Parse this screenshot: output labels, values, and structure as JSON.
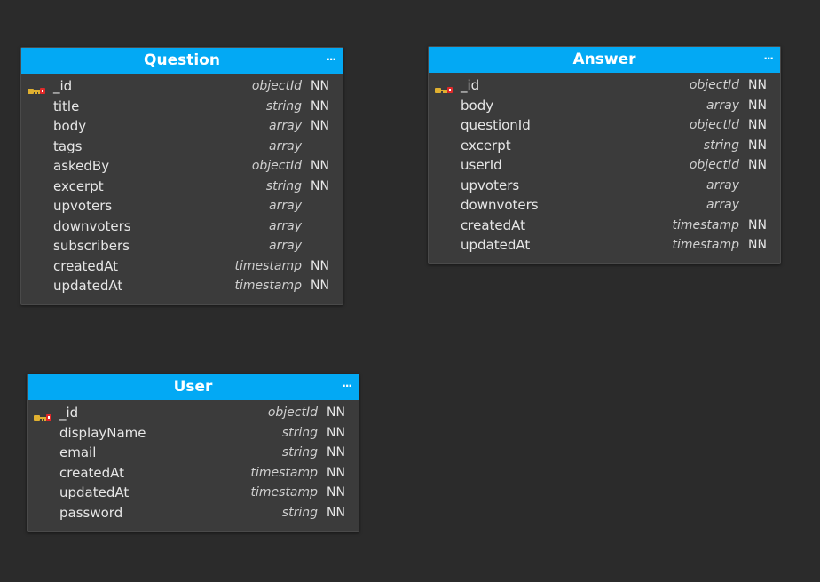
{
  "tables": {
    "question": {
      "title": "Question",
      "menu": "···",
      "fields": [
        {
          "name": "_id",
          "type": "objectId",
          "nn": "NN",
          "pk": true
        },
        {
          "name": "title",
          "type": "string",
          "nn": "NN"
        },
        {
          "name": "body",
          "type": "array",
          "nn": "NN"
        },
        {
          "name": "tags",
          "type": "array",
          "nn": ""
        },
        {
          "name": "askedBy",
          "type": "objectId",
          "nn": "NN"
        },
        {
          "name": "excerpt",
          "type": "string",
          "nn": "NN"
        },
        {
          "name": "upvoters",
          "type": "array",
          "nn": ""
        },
        {
          "name": "downvoters",
          "type": "array",
          "nn": ""
        },
        {
          "name": "subscribers",
          "type": "array",
          "nn": ""
        },
        {
          "name": "createdAt",
          "type": "timestamp",
          "nn": "NN"
        },
        {
          "name": "updatedAt",
          "type": "timestamp",
          "nn": "NN"
        }
      ]
    },
    "answer": {
      "title": "Answer",
      "menu": "···",
      "fields": [
        {
          "name": "_id",
          "type": "objectId",
          "nn": "NN",
          "pk": true
        },
        {
          "name": "body",
          "type": "array",
          "nn": "NN"
        },
        {
          "name": "questionId",
          "type": "objectId",
          "nn": "NN"
        },
        {
          "name": "excerpt",
          "type": "string",
          "nn": "NN"
        },
        {
          "name": "userId",
          "type": "objectId",
          "nn": "NN"
        },
        {
          "name": "upvoters",
          "type": "array",
          "nn": ""
        },
        {
          "name": "downvoters",
          "type": "array",
          "nn": ""
        },
        {
          "name": "createdAt",
          "type": "timestamp",
          "nn": "NN"
        },
        {
          "name": "updatedAt",
          "type": "timestamp",
          "nn": "NN"
        }
      ]
    },
    "user": {
      "title": "User",
      "menu": "···",
      "fields": [
        {
          "name": "_id",
          "type": "objectId",
          "nn": "NN",
          "pk": true
        },
        {
          "name": "displayName",
          "type": "string",
          "nn": "NN"
        },
        {
          "name": "email",
          "type": "string",
          "nn": "NN"
        },
        {
          "name": "createdAt",
          "type": "timestamp",
          "nn": "NN"
        },
        {
          "name": "updatedAt",
          "type": "timestamp",
          "nn": "NN"
        },
        {
          "name": "password",
          "type": "string",
          "nn": "NN"
        }
      ]
    }
  },
  "colors": {
    "canvas": "#2b2b2b",
    "header": "#03a9f4",
    "body": "#3b3b3b"
  },
  "icons": {
    "primary_key": "key-icon"
  }
}
